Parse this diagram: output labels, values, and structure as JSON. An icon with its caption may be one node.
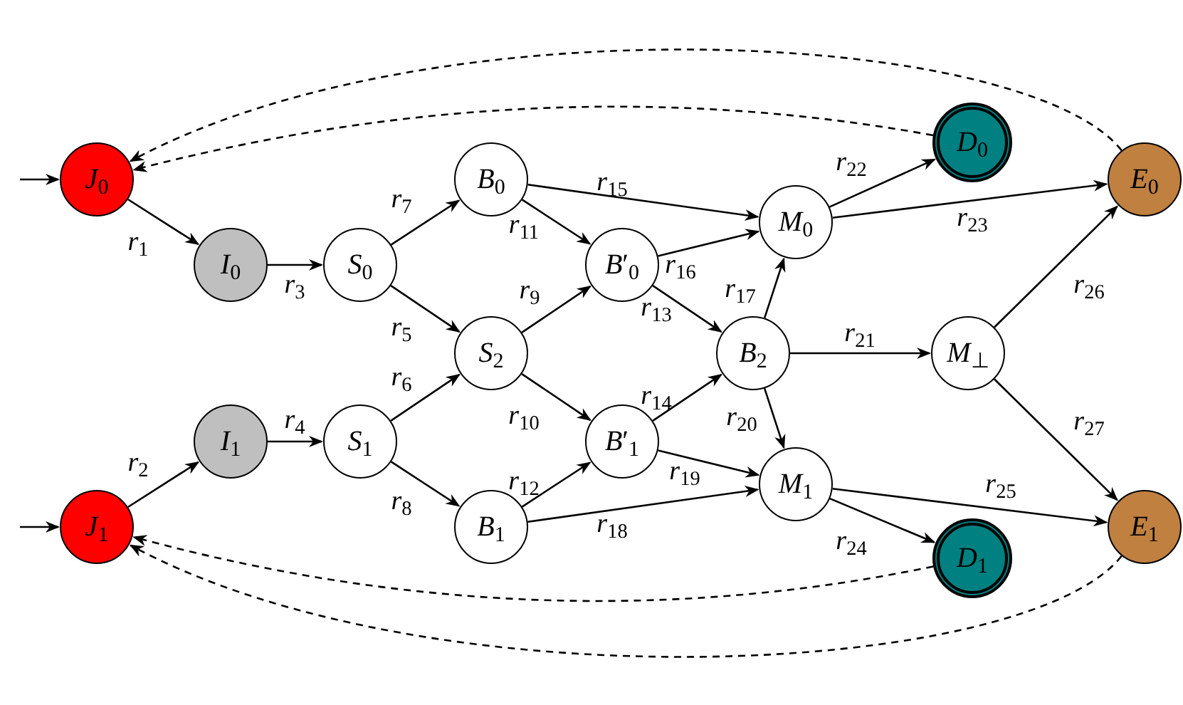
{
  "diagram": {
    "nodes": [
      {
        "text": [
          "*J*$_{0}$"
        ]
      },
      {
        "text": [
          "*I*$_{0}$"
        ]
      },
      {
        "text": [
          "*S*$_{0}$"
        ]
      },
      {
        "text": [
          "*B*$_{0}$"
        ]
      },
      {
        "text": [
          "*B*′$_{0}$"
        ]
      },
      {
        "text": [
          "*M*$_{0}$"
        ]
      },
      {
        "text": [
          "*D*$_{0}$"
        ]
      },
      {
        "text": [
          "*E*$_{0}$"
        ]
      },
      {
        "text": [
          "*S*$_{2}$"
        ]
      },
      {
        "text": [
          "*B*$_{2}$"
        ]
      },
      {
        "text": [
          "*M*$_{⊥}$"
        ]
      },
      {
        "text": [
          "*J*$_{1}$"
        ]
      },
      {
        "text": [
          "*I*$_{1}$"
        ]
      },
      {
        "text": [
          "*S*$_{1}$"
        ]
      },
      {
        "text": [
          "*B*′$_{1}$"
        ]
      },
      {
        "text": [
          "*M*$_{1}$"
        ]
      },
      {
        "text": [
          "*B*$_{1}$"
        ]
      },
      {
        "text": [
          "*D*$_{1}$"
        ]
      },
      {
        "text": [
          "*E*$_{1}$"
        ]
      }
    ],
    "edges": [
      {
        "from": null,
        "to": 0,
        "arrow": "to"
      },
      {
        "from": null,
        "to": 11,
        "arrow": "to"
      },
      {
        "from": 0,
        "to": 1,
        "arrow": "to",
        "label": "*r*$_{1}$"
      },
      {
        "from": 11,
        "to": 12,
        "arrow": "to",
        "label": "*r*$_{2}$"
      },
      {
        "from": 1,
        "to": 2,
        "arrow": "to",
        "label": "*r*$_{3}$"
      },
      {
        "from": 12,
        "to": 13,
        "arrow": "to",
        "label": "*r*$_{4}$"
      },
      {
        "from": 2,
        "to": 8,
        "arrow": "to",
        "label": "*r*$_{5}$"
      },
      {
        "from": 13,
        "to": 8,
        "arrow": "to",
        "label": "*r*$_{6}$"
      },
      {
        "from": 2,
        "to": 3,
        "arrow": "to",
        "label": "*r*$_{7}$"
      },
      {
        "from": 13,
        "to": 16,
        "arrow": "to",
        "label": "*r*$_{8}$"
      },
      {
        "from": 8,
        "to": 4,
        "arrow": "to",
        "label": "*r*$_{9}$"
      },
      {
        "from": 8,
        "to": 14,
        "arrow": "to",
        "label": "*r*$_{10}$"
      },
      {
        "from": 3,
        "to": 4,
        "arrow": "to",
        "label": "*r*$_{11}$"
      },
      {
        "from": 16,
        "to": 14,
        "arrow": "to",
        "label": "*r*$_{12}$"
      },
      {
        "from": 4,
        "to": 9,
        "arrow": "to",
        "label": "*r*$_{13}$"
      },
      {
        "from": 14,
        "to": 9,
        "arrow": "to",
        "label": "*r*$_{14}$"
      },
      {
        "from": 3,
        "to": 5,
        "arrow": "to",
        "label": "*r*$_{15}$"
      },
      {
        "from": 4,
        "to": 5,
        "arrow": "to",
        "label": "*r*$_{16}$"
      },
      {
        "from": 9,
        "to": 5,
        "arrow": "to",
        "label": "*r*$_{17}$"
      },
      {
        "from": 16,
        "to": 15,
        "arrow": "to",
        "label": "*r*$_{18}$"
      },
      {
        "from": 14,
        "to": 15,
        "arrow": "to",
        "label": "*r*$_{19}$"
      },
      {
        "from": 9,
        "to": 15,
        "arrow": "to",
        "label": "*r*$_{20}$"
      },
      {
        "from": 9,
        "to": 10,
        "arrow": "to",
        "label": "*r*$_{21}$"
      },
      {
        "from": 5,
        "to": 6,
        "arrow": "to",
        "label": "*r*$_{22}$"
      },
      {
        "from": 5,
        "to": 7,
        "arrow": "to",
        "label": "*r*$_{23}$"
      },
      {
        "from": 15,
        "to": 17,
        "arrow": "to",
        "label": "*r*$_{24}$"
      },
      {
        "from": 15,
        "to": 18,
        "arrow": "to",
        "label": "*r*$_{25}$"
      },
      {
        "from": 10,
        "to": 7,
        "arrow": "to",
        "label": "*r*$_{26}$"
      },
      {
        "from": 10,
        "to": 18,
        "arrow": "to",
        "label": "*r*$_{27}$"
      },
      {
        "from": 6,
        "to": 0,
        "arrow": "to",
        "style": "dashed"
      },
      {
        "from": 7,
        "to": 0,
        "arrow": "to",
        "style": "dashed"
      },
      {
        "from": 17,
        "to": 11,
        "arrow": "to",
        "style": "dashed"
      },
      {
        "from": 18,
        "to": 11,
        "arrow": "to",
        "style": "dashed"
      }
    ]
  }
}
